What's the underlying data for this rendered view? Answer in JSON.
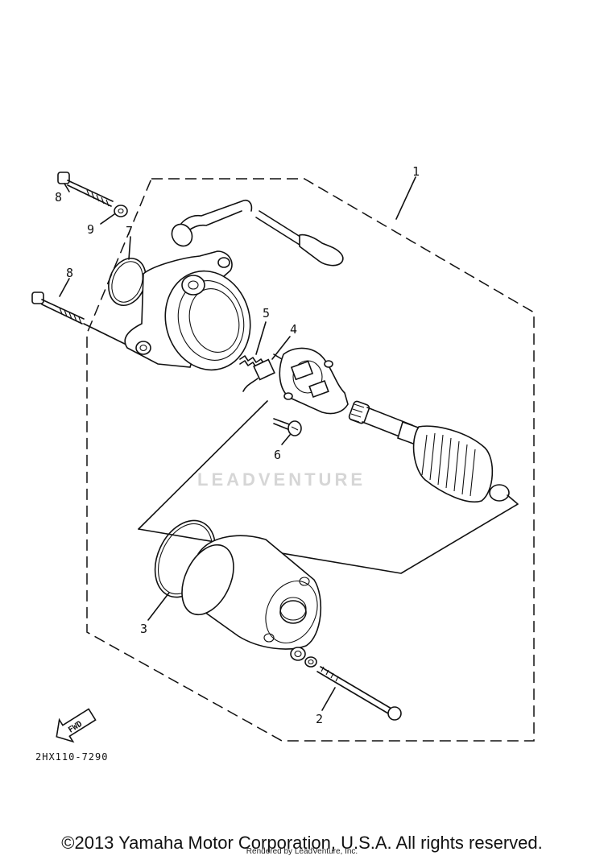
{
  "diagram": {
    "callouts": [
      {
        "id": "1",
        "label": "1"
      },
      {
        "id": "2",
        "label": "2"
      },
      {
        "id": "3",
        "label": "3"
      },
      {
        "id": "4",
        "label": "4"
      },
      {
        "id": "5",
        "label": "5"
      },
      {
        "id": "6",
        "label": "6"
      },
      {
        "id": "7",
        "label": "7"
      },
      {
        "id": "8a",
        "label": "8"
      },
      {
        "id": "8b",
        "label": "8"
      },
      {
        "id": "9",
        "label": "9"
      }
    ],
    "fwd_label": "FWD",
    "reference_code": "2HX110-7290"
  },
  "watermark": "LEADVENTURE",
  "footer": {
    "copyright": "©2013 Yamaha Motor Corporation, U.S.A. All rights reserved.",
    "rendered_by": "Rendered by LeadVenture, Inc."
  }
}
